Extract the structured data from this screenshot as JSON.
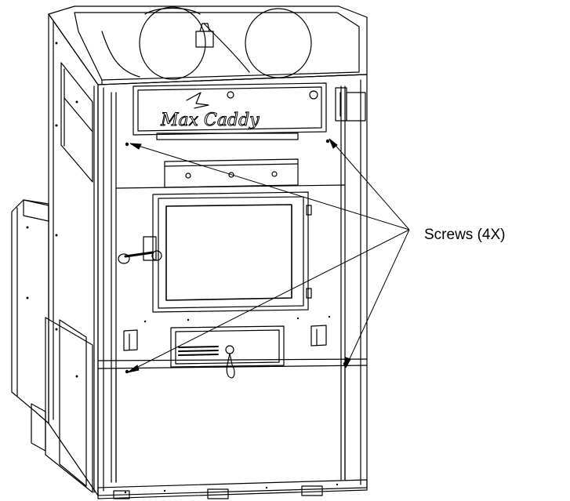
{
  "callout": {
    "label": "Screws (4X)",
    "count": 4
  },
  "logo": {
    "text": "Max Caddy"
  },
  "colors": {
    "line": "#000000",
    "background": "#ffffff"
  }
}
